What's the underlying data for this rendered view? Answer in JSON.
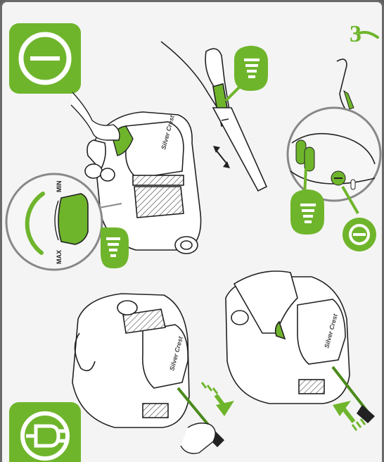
{
  "step_number": "3",
  "dial": {
    "min_label": "MIN",
    "max_label": "MAX"
  },
  "brand_text": "Silver Crest",
  "colors": {
    "accent": "#6fb52c",
    "accent_dark": "#4a8a1a",
    "line": "#222222",
    "frame": "#6a6a6a",
    "background": "#f4f4f4"
  },
  "icons": [
    "power-off-icon",
    "power-reduction-icon",
    "plug-icon",
    "hand-icon",
    "double-arrow-icon",
    "cable-arrow-icon"
  ],
  "panels": [
    "vacuum-top-view-with-dial",
    "handle-suction-slider",
    "button-panel-closeup",
    "cable-pull-out",
    "cable-rewind"
  ]
}
